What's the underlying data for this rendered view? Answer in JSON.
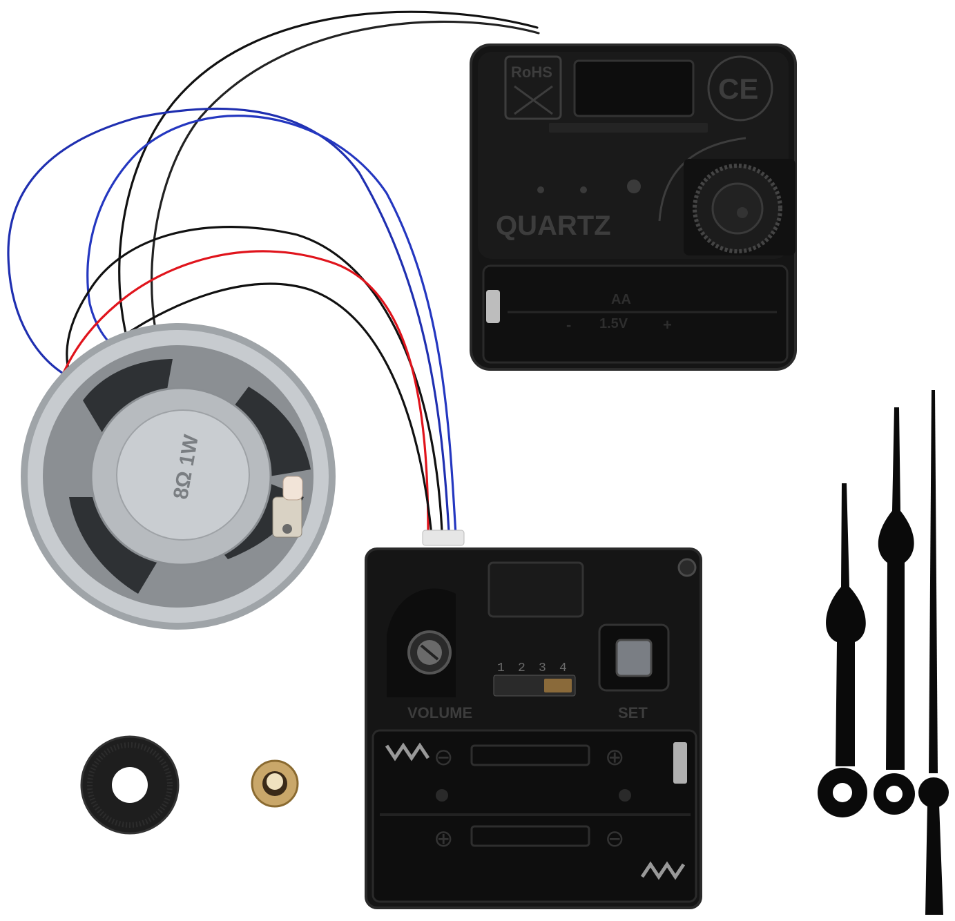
{
  "colors": {
    "background": "#ffffff",
    "movement_body": "#151515",
    "movement_edge": "#2a2a2a",
    "embossed_text": "#3d3d3d",
    "speaker_metal": "#b9bdc1",
    "wire_black": "#111111",
    "wire_blue": "#1f2fb0",
    "wire_red": "#e0141c",
    "brass_washer": "#c9a76a"
  },
  "top_movement": {
    "rohs_mark": "RoHS",
    "ce_mark": "CE",
    "brand_text": "QUARTZ",
    "battery_spec": "AA",
    "battery_voltage": "1.5V",
    "battery_minus": "-",
    "battery_plus": "+"
  },
  "bottom_movement": {
    "volume_label": "VOLUME",
    "set_label": "SET",
    "switch_positions": [
      "1",
      "2",
      "3",
      "4"
    ],
    "plus_symbol": "⊕",
    "minus_symbol": "⊖"
  },
  "speaker": {
    "magnet_text": "8Ω 1W"
  }
}
